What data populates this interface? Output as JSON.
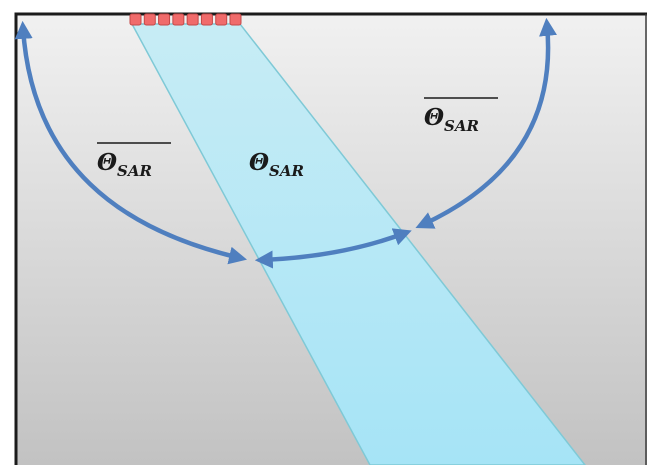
{
  "labels": {
    "left_theta_bar": "Θ",
    "left_theta_bar_sub": "SAR",
    "right_theta_bar": "Θ",
    "right_theta_bar_sub": "SAR",
    "beam_theta": "Θ",
    "beam_theta_sub": "SAR"
  },
  "antenna": {
    "element_count": 8
  },
  "colors": {
    "background_top": "#f1f1f1",
    "background_bottom": "#c2c2c2",
    "beam_fill_top": "#c7ecf5",
    "beam_fill_bottom": "#a6e4f6",
    "beam_edge": "#7fc9d6",
    "arrow": "#4f7fbf",
    "antenna_element": "#f06b6b",
    "antenna_edge": "#c44848",
    "frame": "#1b1b1b"
  }
}
